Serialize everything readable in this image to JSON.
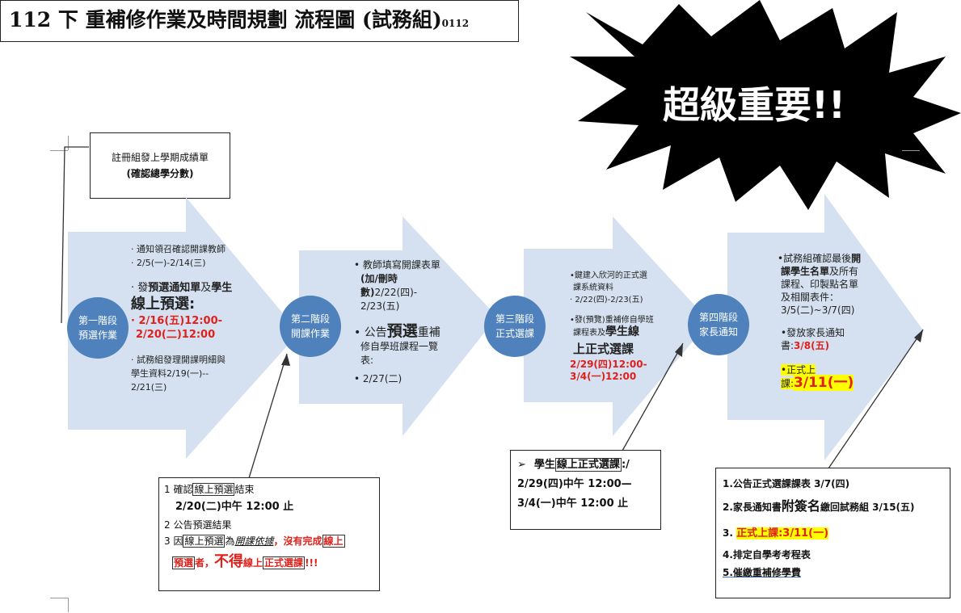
{
  "title": {
    "main": "112 下 重補修作業及時間規劃 流程圖 (試務組)",
    "suffix": "0112"
  },
  "starburst": {
    "text": "超級重要!!"
  },
  "top_note": {
    "line1": "註冊組發上學期成績單",
    "line2": "(確認總學分數)"
  },
  "stages": [
    {
      "circle_line1": "第一階段",
      "circle_line2": "預選作業",
      "items": {
        "a1": "· 通知領召確認開課教師",
        "a2": "· 2/5(一)-2/14(三)",
        "b_pre": "· 發",
        "b_bold1": "預選通知單",
        "b_mid": "及",
        "b_bold2": "學生",
        "b_big": "線上預選:",
        "b_red1": "· 2/16(五)12:00-",
        "b_red2": "2/20(二)12:00",
        "c1": "· 試務組發理開課明細與",
        "c2": "學生資料2/19(一)--",
        "c3": "2/21(三)"
      }
    },
    {
      "circle_line1": "第二階段",
      "circle_line2": "開課作業",
      "items": {
        "a1": "• 教師填寫開課表單",
        "a2": "(加/刪時",
        "a3": "數)",
        "a3b": "2/22(四)-",
        "a4": "2/23(五)",
        "b1": "• 公告",
        "b_big": "預選",
        "b2": "重補",
        "b3": "修自學班課程一覽",
        "b4": "表:",
        "c1": "• 2/27(二)"
      }
    },
    {
      "circle_line1": "第三階段",
      "circle_line2": "正式選課",
      "items": {
        "a1": "•鍵建入欣河的正式選",
        "a2": "課系統資料",
        "a3": "· 2/22(四)-2/23(五)",
        "b1": "•發(預覽)重補修自學班",
        "b2_pre": "課程表及",
        "b2_bold": "學生線",
        "b_big": "上正式選課",
        "b_red1": "2/29(四)12:00-",
        "b_red2": "3/4(一)12:00"
      }
    },
    {
      "circle_line1": "第四階段",
      "circle_line2": "家長通知",
      "items": {
        "a1_pre": "•試務組確認最後",
        "a1_bold": "開",
        "a2_bold": "課學生名單",
        "a2": "及所有",
        "a3": "課程、印製點名單",
        "a4": "及相關表件：",
        "a5": "3/5(二)~3/7(四)",
        "b1": "•發放家長通知",
        "b2": "書:",
        "b2_red": "3/8(五)",
        "c1": "•正式上",
        "c2": "課:",
        "c_red": "3/11(一)"
      }
    }
  ],
  "note1": {
    "l1_pre": "1 確認",
    "l1_box": "線上預選",
    "l1_post": "結束",
    "l2": "2/20(二)中午 12:00 止",
    "l3": "2 公告預選結果",
    "l4_pre": "3 因",
    "l4_box": "線上預選",
    "l4_mid": "為",
    "l4_it": "開課依據",
    "l4_red": "，沒有完成",
    "l4_box2": "線上",
    "l5_box": "預選",
    "l5_red1": "者，",
    "l5_big": "不得",
    "l5_red2": "線上",
    "l5_box2": "正式選課",
    "l5_end": "!!!"
  },
  "note2": {
    "l1_arrow": "➢",
    "l1_pre": "學生",
    "l1_box": "線上正式選課",
    "l1_post": ":/",
    "l2": "2/29(四)中午 12:00—",
    "l3": "3/4(一)中午 12:00 止"
  },
  "note3": {
    "l1": "1.公告正式選課課表 3/7(四)",
    "l2_pre": "2.家長通知書",
    "l2_big": "附簽名",
    "l2_post": "繳回試務組 3/15(五)",
    "l3_pre": "3. ",
    "l3_hl": "正式上課:3/11(一)",
    "l4": "4.排定自學考考程表",
    "l5": "5.催繳重補修學費"
  },
  "colors": {
    "arrow": "#d5e1f0",
    "circle": "#4f82bd",
    "red": "#e0201b",
    "highlight": "#ffff00"
  }
}
